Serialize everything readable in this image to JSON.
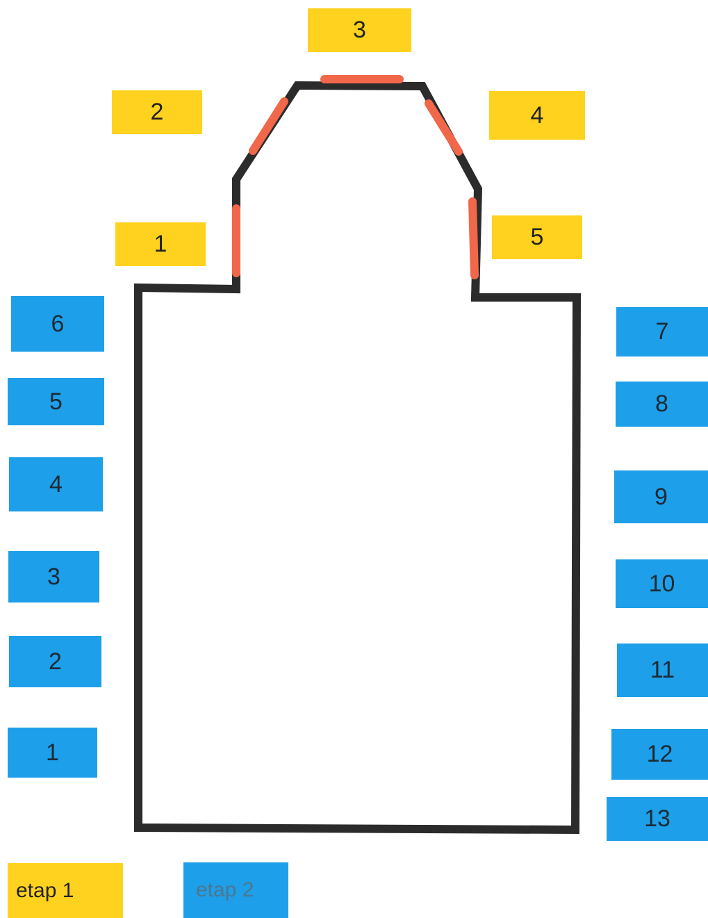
{
  "stage1_labels": [
    "1",
    "2",
    "3",
    "4",
    "5"
  ],
  "stage2_left_labels": [
    "6",
    "5",
    "4",
    "3",
    "2",
    "1"
  ],
  "stage2_right_labels": [
    "7",
    "8",
    "9",
    "10",
    "11",
    "12",
    "13"
  ],
  "legend": {
    "stage1": "etap 1",
    "stage2": "etap 2"
  },
  "colors": {
    "stage1": "#FFD21F",
    "stage2": "#1E9FEA",
    "outline": "#2b2b2b",
    "highlight": "#F0674A"
  }
}
